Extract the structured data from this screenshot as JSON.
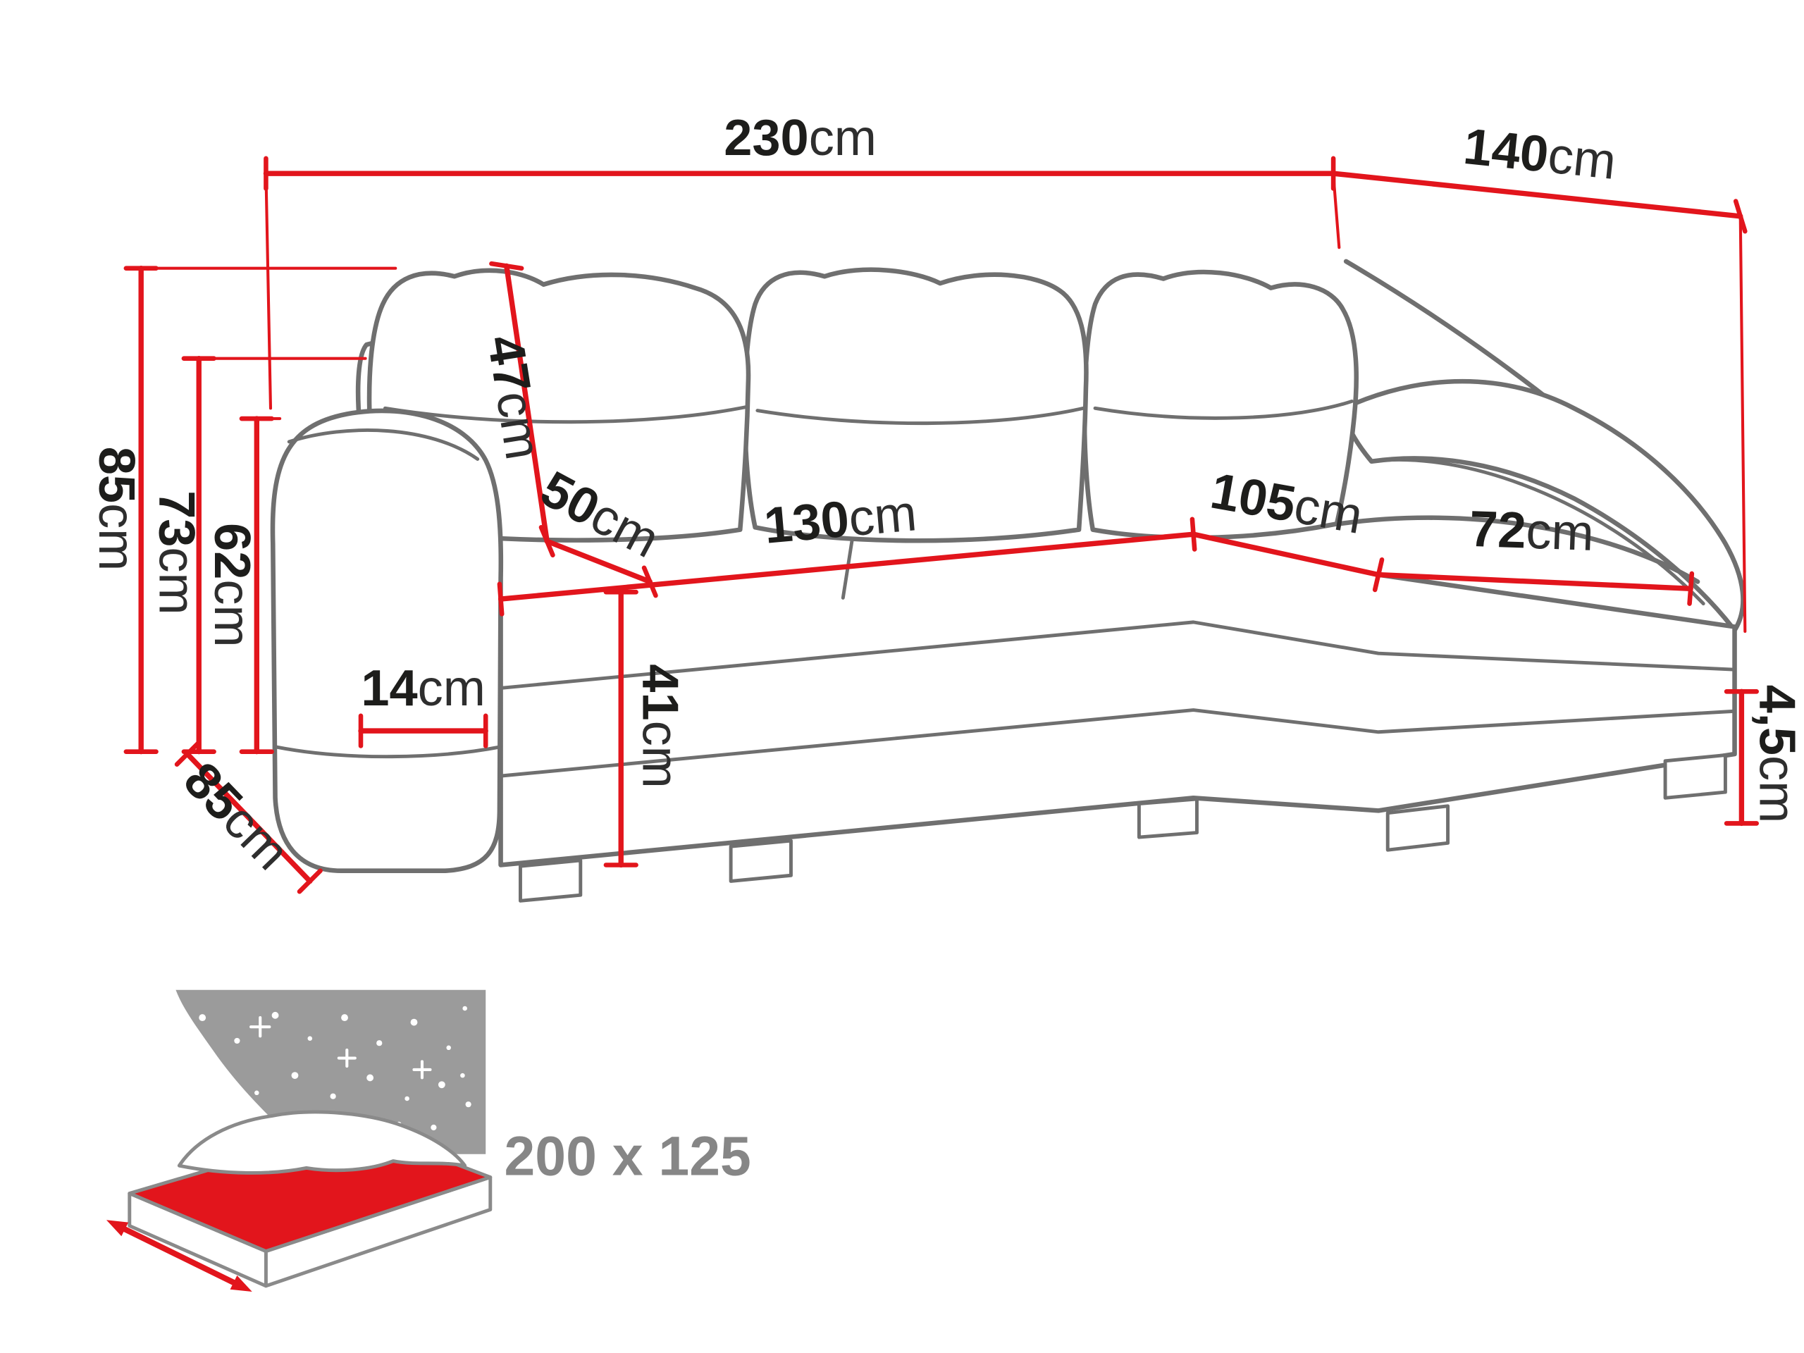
{
  "diagram": {
    "colors": {
      "outline_gray": "#6f6f6f",
      "dimension_red": "#e2151c",
      "text_black": "#1d1d1b",
      "icon_gray": "#9b9b9b",
      "label_gray": "#868686"
    },
    "dimensions": {
      "total_width": {
        "value": "230",
        "unit": "cm"
      },
      "right_depth": {
        "value": "140",
        "unit": "cm"
      },
      "total_height": {
        "value": "85",
        "unit": "cm"
      },
      "back_height": {
        "value": "73",
        "unit": "cm"
      },
      "arm_height": {
        "value": "62",
        "unit": "cm"
      },
      "backrest_cushion": {
        "value": "47",
        "unit": "cm"
      },
      "seat_depth": {
        "value": "50",
        "unit": "cm"
      },
      "seat_width": {
        "value": "130",
        "unit": "cm"
      },
      "chaise_width": {
        "value": "105",
        "unit": "cm"
      },
      "chaise_seat_width": {
        "value": "72",
        "unit": "cm"
      },
      "armrest_width": {
        "value": "14",
        "unit": "cm"
      },
      "seat_height": {
        "value": "41",
        "unit": "cm"
      },
      "left_depth": {
        "value": "85",
        "unit": "cm"
      },
      "leg_height": {
        "value": "4,5",
        "unit": "cm"
      }
    },
    "sleeping_area": {
      "label": "200 x 125"
    }
  }
}
